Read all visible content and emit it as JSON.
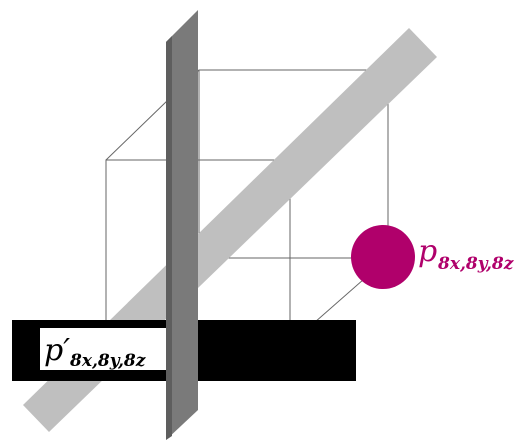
{
  "colors": {
    "background": "#ffffff",
    "cube_edge": "#666666",
    "diagonal_band": "#bfbfbf",
    "vertical_plane": "#7a7a7a",
    "vertical_plane_side": "#5e5e5e",
    "horizontal_bar": "#000000",
    "point": "#b0006b",
    "label_box": "#ffffff",
    "label_text": "#000000"
  },
  "labels": {
    "point_symbol": "p",
    "point_subscript": "8x,8y,8z",
    "point_prime_symbol": "p′",
    "point_prime_subscript": "8x,8y,8z"
  }
}
